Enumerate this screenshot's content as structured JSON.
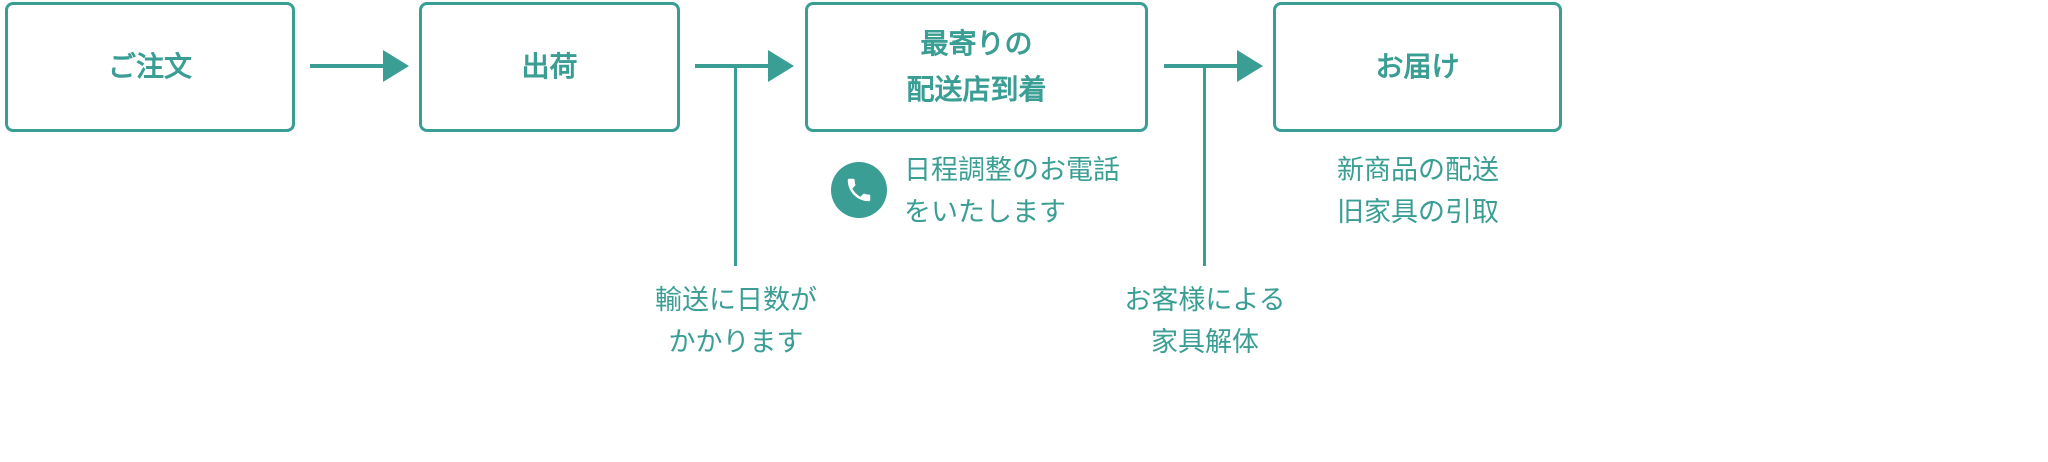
{
  "steps": [
    {
      "label": "ご注文"
    },
    {
      "label": "出荷"
    },
    {
      "label_line1": "最寄りの",
      "label_line2": "配送店到着"
    },
    {
      "label": "お届け"
    }
  ],
  "notes": {
    "shipping": {
      "line1": "輸送に日数が",
      "line2": "かかります"
    },
    "phone_call": {
      "icon": "phone-icon",
      "line1": "日程調整のお電話",
      "line2": "をいたします"
    },
    "disassembly": {
      "line1": "お客様による",
      "line2": "家具解体"
    },
    "delivery": {
      "line1": "新商品の配送",
      "line2": "旧家具の引取"
    }
  },
  "colors": {
    "accent": "#3a9e94"
  }
}
